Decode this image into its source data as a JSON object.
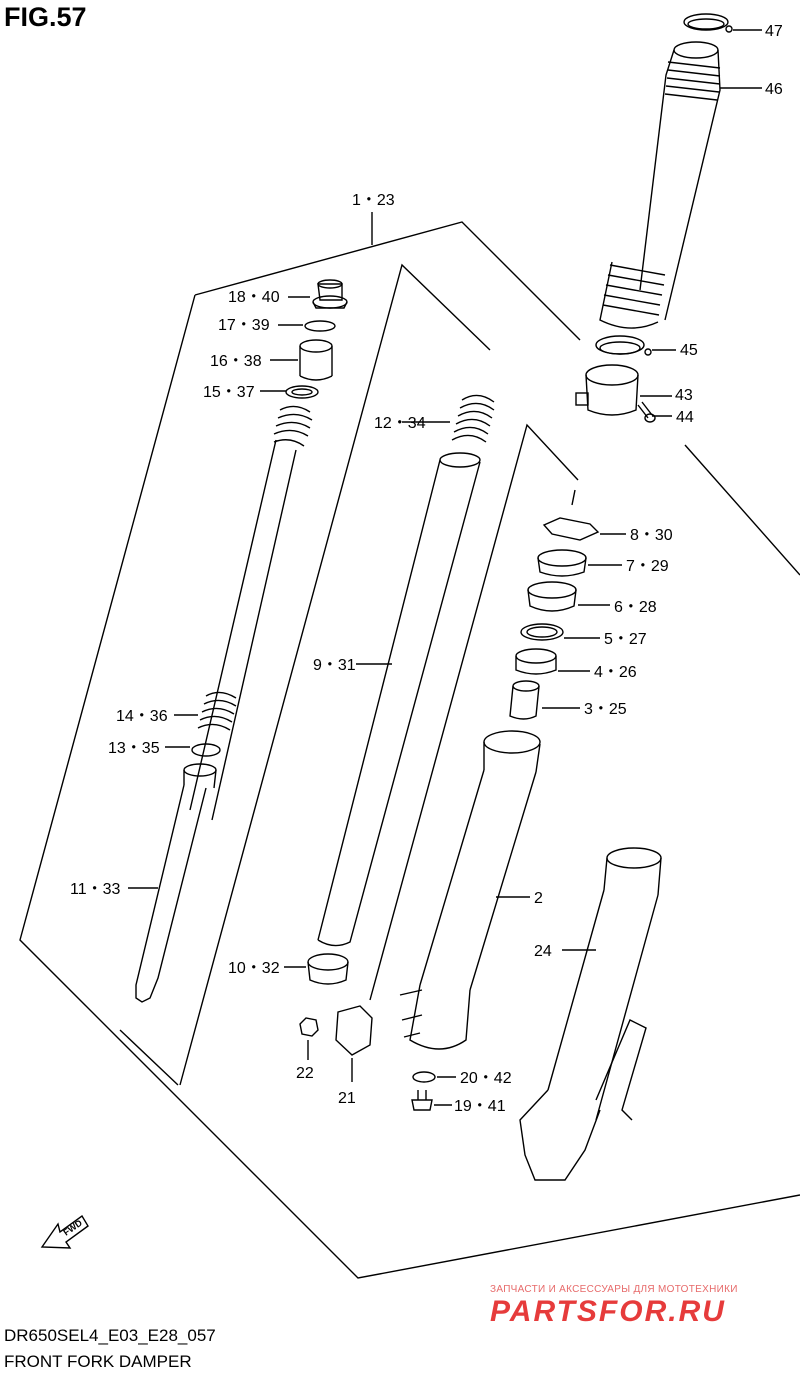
{
  "figure_title": "FIG.57",
  "diagram_code": "DR650SEL4_E03_E28_057",
  "caption": "FRONT FORK DAMPER",
  "fwd_label": "FWD",
  "watermark": {
    "tagline": "ЗАПЧАСТИ И АКСЕССУАРЫ ДЛЯ МОТОТЕХНИКИ",
    "brand": "PARTSFOR.RU"
  },
  "labels": {
    "p47": "47",
    "p46": "46",
    "p1_23": "1・23",
    "p18_40": "18・40",
    "p17_39": "17・39",
    "p16_38": "16・38",
    "p15_37": "15・37",
    "p12_34": "12・34",
    "p45": "45",
    "p43": "43",
    "p44": "44",
    "p8_30": "8・30",
    "p7_29": "7・29",
    "p6_28": "6・28",
    "p5_27": "5・27",
    "p4_26": "4・26",
    "p3_25": "3・25",
    "p9_31": "9・31",
    "p14_36": "14・36",
    "p13_35": "13・35",
    "p11_33": "11・33",
    "p2": "2",
    "p24": "24",
    "p10_32": "10・32",
    "p22": "22",
    "p21": "21",
    "p20_42": "20・42",
    "p19_41": "19・41"
  }
}
